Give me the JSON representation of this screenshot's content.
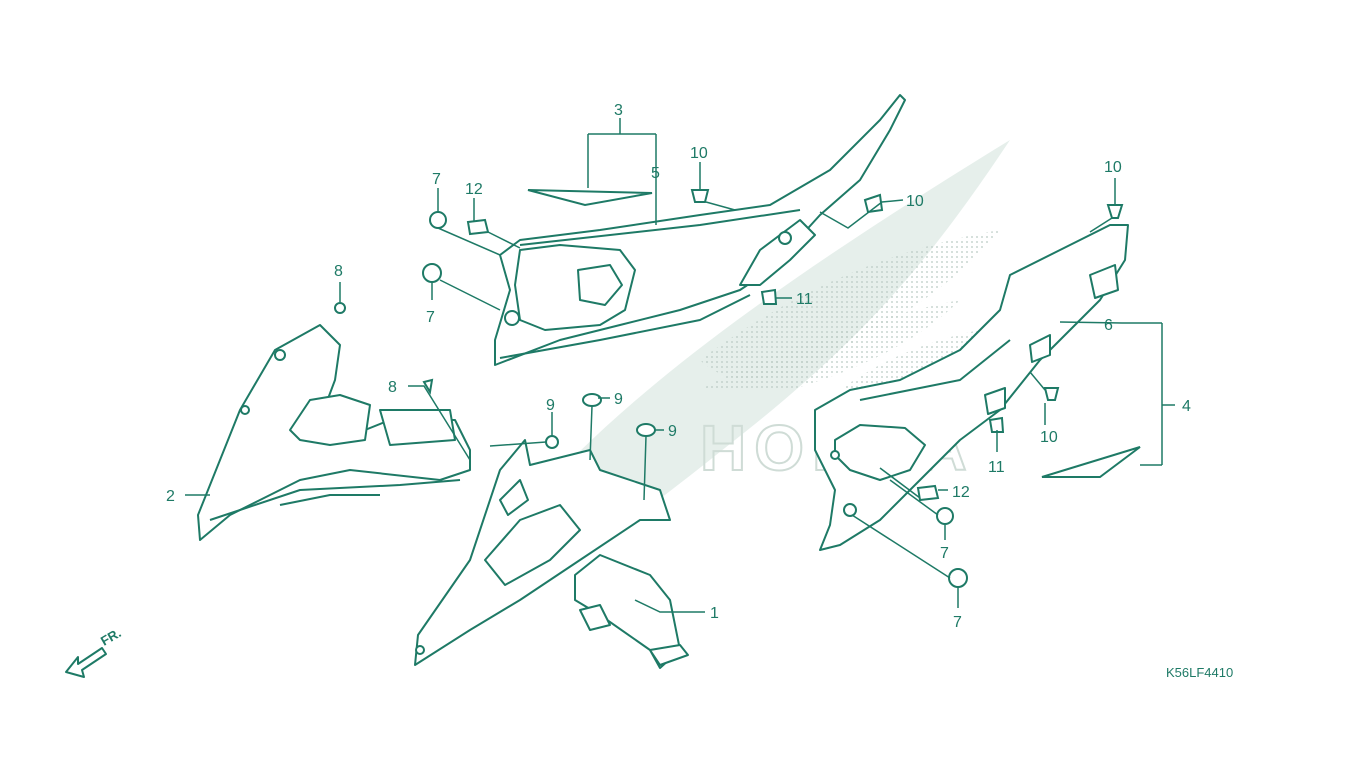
{
  "diagram": {
    "code": "K56LF4410",
    "front_label": "FR.",
    "watermark_text": "HONDA",
    "colors": {
      "line": "#1e7a66",
      "part_fill": "#ffffff",
      "watermark": "#e6efeb",
      "dots": "#b9c9c2"
    },
    "labels": {
      "l1": "1",
      "l2": "2",
      "l3": "3",
      "l4": "4",
      "l5": "5",
      "l6": "6",
      "l7a": "7",
      "l7b": "7",
      "l7c": "7",
      "l7d": "7",
      "l8a": "8",
      "l8b": "8",
      "l9a": "9",
      "l9b": "9",
      "l9c": "9",
      "l10a": "10",
      "l10b": "10",
      "l10c": "10",
      "l10d": "10",
      "l11a": "11",
      "l11b": "11",
      "l12a": "12",
      "l12b": "12"
    }
  }
}
